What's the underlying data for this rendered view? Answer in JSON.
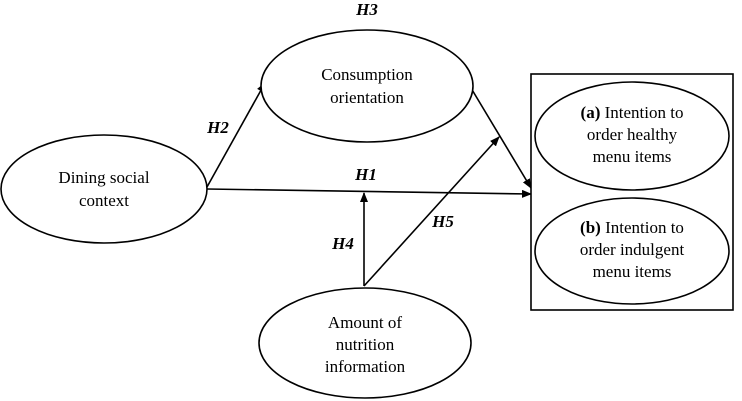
{
  "nodes": {
    "dining": {
      "line1": "Dining social",
      "line2": "context"
    },
    "consumption": {
      "line1": "Consumption",
      "line2": "orientation"
    },
    "nutrition": {
      "line1": "Amount of",
      "line2": "nutrition",
      "line3": "information"
    },
    "healthy": {
      "tag": "(a)",
      "line1": " Intention to",
      "line2": "order healthy",
      "line3": "menu items"
    },
    "indulgent": {
      "tag": "(b)",
      "line1": " Intention to",
      "line2": "order indulgent",
      "line3": "menu items"
    }
  },
  "hypotheses": {
    "h1": "H1",
    "h2": "H2",
    "h3": "H3",
    "h4": "H4",
    "h5": "H5"
  }
}
